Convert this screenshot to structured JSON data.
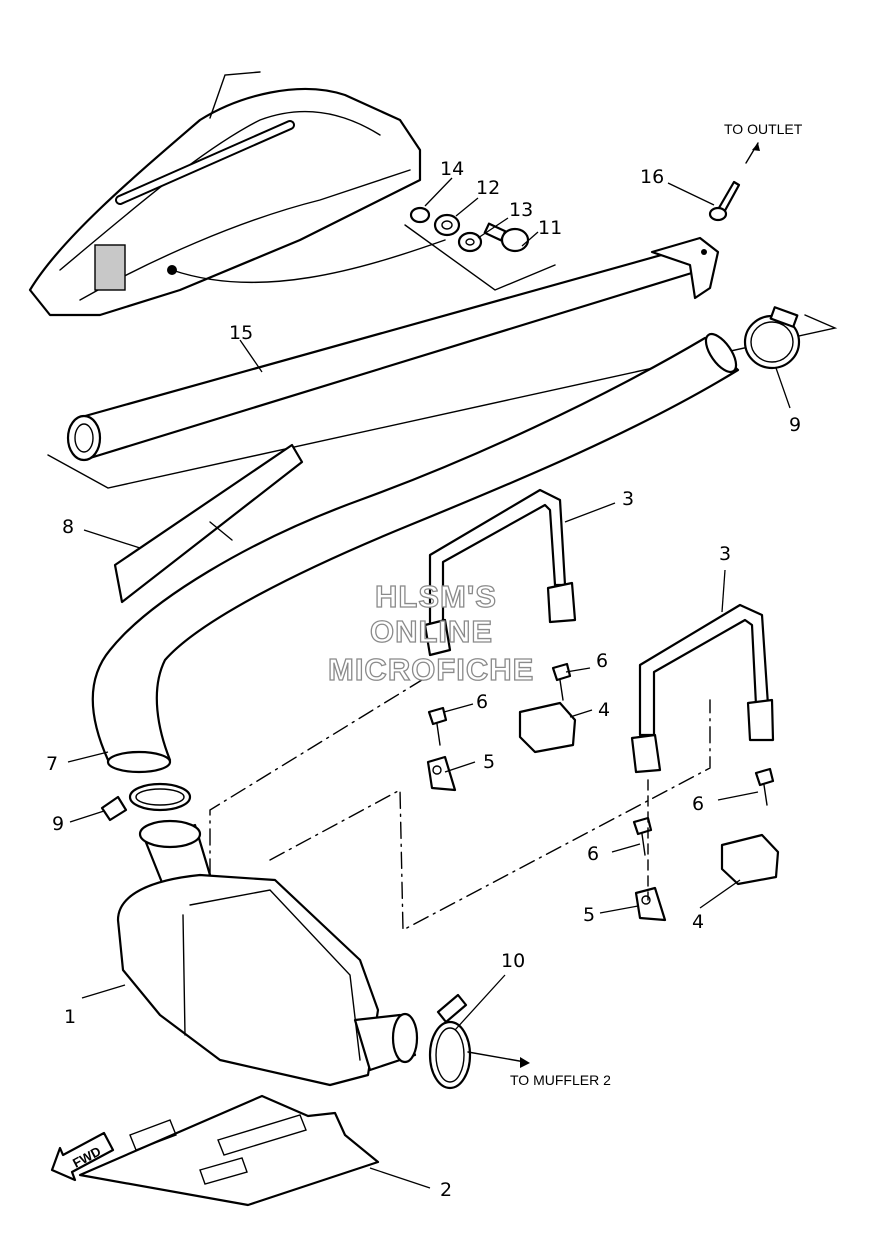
{
  "diagram": {
    "callouts": {
      "c1": "1",
      "c2": "2",
      "c3a": "3",
      "c3b": "3",
      "c4a": "4",
      "c4b": "4",
      "c5a": "5",
      "c5b": "5",
      "c6a": "6",
      "c6b": "6",
      "c6c": "6",
      "c6d": "6",
      "c7": "7",
      "c8": "8",
      "c9a": "9",
      "c9b": "9",
      "c10": "10",
      "c11": "11",
      "c12": "12",
      "c13": "13",
      "c14": "14",
      "c15": "15",
      "c16": "16"
    },
    "notes": {
      "to_outlet": "TO OUTLET",
      "to_muffler": "TO MUFFLER 2",
      "fwd": "FWD"
    },
    "watermark": [
      "HLSM'S",
      "ONLINE",
      "MICROFICHE"
    ]
  }
}
